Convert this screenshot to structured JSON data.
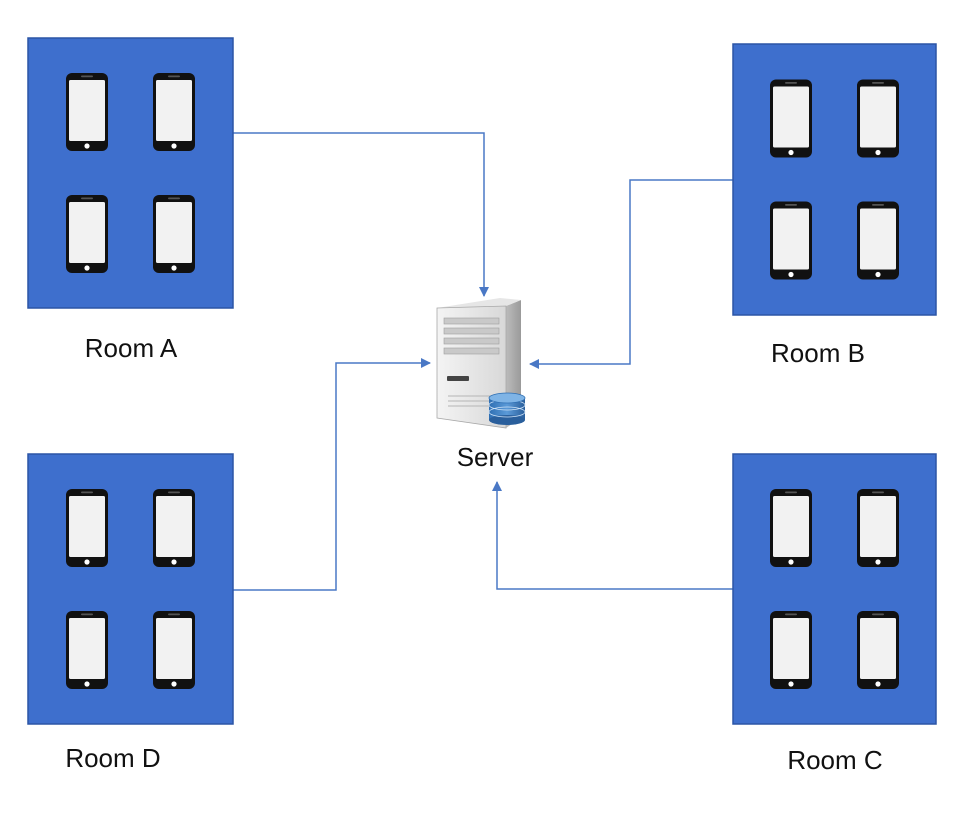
{
  "colors": {
    "room_fill": "#3e6fcd",
    "room_border": "#2b55a5",
    "connector": "#4a78c5",
    "phone_body": "#111111",
    "phone_screen": "#f2f2f2"
  },
  "icons": {
    "device": "smartphone-icon",
    "server": "server-tower-icon",
    "database": "database-icon"
  },
  "server": {
    "label": "Server"
  },
  "rooms": [
    {
      "id": "a",
      "label": "Room A",
      "devices": 4
    },
    {
      "id": "b",
      "label": "Room B",
      "devices": 4
    },
    {
      "id": "c",
      "label": "Room C",
      "devices": 4
    },
    {
      "id": "d",
      "label": "Room D",
      "devices": 4
    }
  ],
  "connections": [
    {
      "from": "Room A",
      "to": "Server"
    },
    {
      "from": "Room B",
      "to": "Server"
    },
    {
      "from": "Room C",
      "to": "Server"
    },
    {
      "from": "Room D",
      "to": "Server"
    }
  ]
}
